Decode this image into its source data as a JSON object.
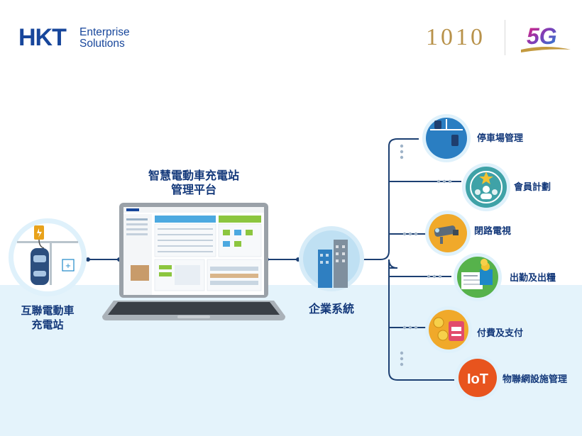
{
  "brand": {
    "hkt_mark": "HKT",
    "hkt_line1": "Enterprise",
    "hkt_line2": "Solutions",
    "partner": "1010",
    "network": "5G"
  },
  "station": {
    "line1": "互聯電動車",
    "line2": "充電站"
  },
  "platform": {
    "line1": "智慧電動車充電站",
    "line2": "管理平台"
  },
  "enterprise": {
    "label": "企業系統"
  },
  "services": [
    {
      "label": "停車場管理",
      "icon": "parking-lot-icon"
    },
    {
      "label": "會員計劃",
      "icon": "membership-star-icon"
    },
    {
      "label": "閉路電視",
      "icon": "cctv-camera-icon"
    },
    {
      "label": "出勤及出糧",
      "icon": "salary-payroll-icon"
    },
    {
      "label": "付費及支付",
      "icon": "payment-coins-icon"
    },
    {
      "label": "物聯網設施管理",
      "icon": "iot-icon",
      "badge": "IoT"
    }
  ],
  "colors": {
    "navy": "#13387a",
    "brand_blue": "#17469b",
    "gold": "#b8924a",
    "connector": "#1c3f72",
    "bubble_ring": "#dff1fb",
    "band": "#e4f3fb"
  }
}
